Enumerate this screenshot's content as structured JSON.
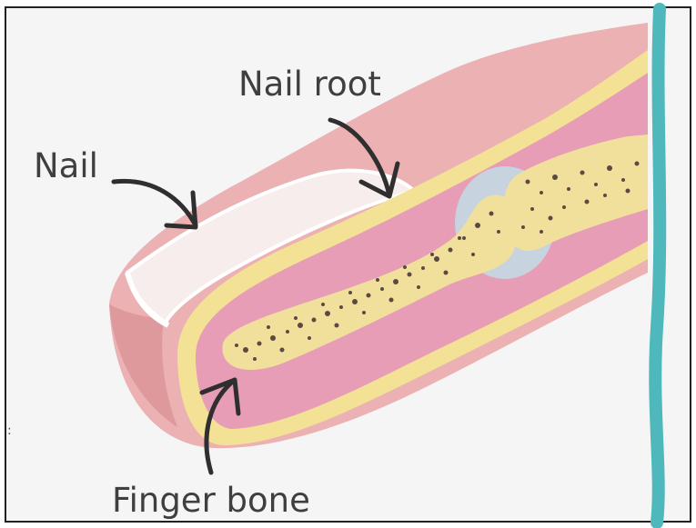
{
  "labels": {
    "nail": "Nail",
    "nail_root": "Nail root",
    "finger_bone": "Finger bone"
  },
  "colors": {
    "skin": "#ecaeb0",
    "flesh": "#e79db5",
    "fat_layer": "#f3e29a",
    "bone": "#f1df9c",
    "joint": "#c6d2de",
    "divider": "#4fb8bd",
    "nail": "#f8ecec",
    "text": "#3f3f3f"
  }
}
